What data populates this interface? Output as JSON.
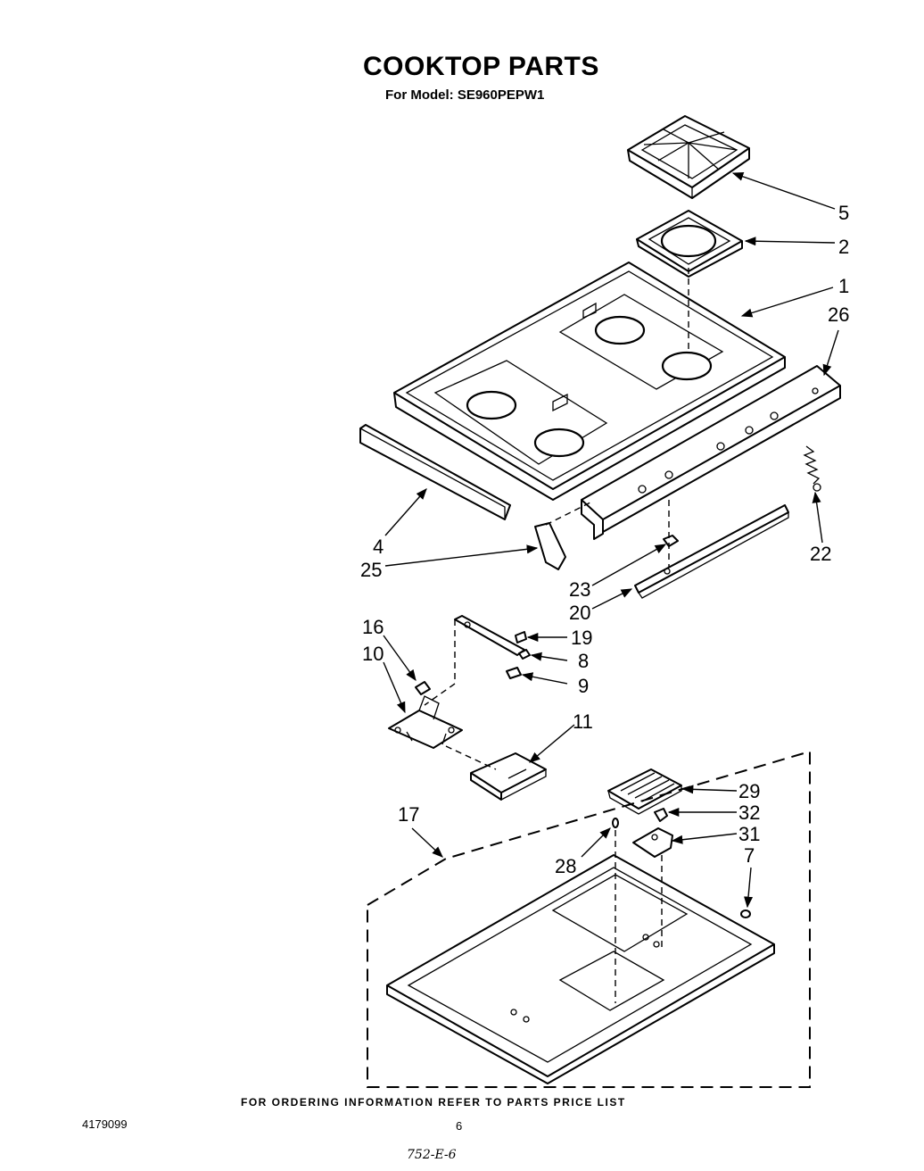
{
  "header": {
    "title": "COOKTOP PARTS",
    "subtitle": "For Model: SE960PEPW1"
  },
  "callouts": {
    "c5": "5",
    "c2": "2",
    "c1": "1",
    "c26": "26",
    "c22": "22",
    "c4": "4",
    "c25": "25",
    "c23": "23",
    "c20": "20",
    "c16": "16",
    "c10": "10",
    "c19": "19",
    "c8": "8",
    "c9": "9",
    "c11": "11",
    "c17": "17",
    "c29": "29",
    "c32": "32",
    "c31": "31",
    "c28": "28",
    "c7": "7"
  },
  "footer": {
    "note": "FOR ORDERING INFORMATION REFER TO PARTS PRICE LIST",
    "doc_number": "4179099",
    "page_number": "6",
    "handwritten": "752-E-6"
  }
}
